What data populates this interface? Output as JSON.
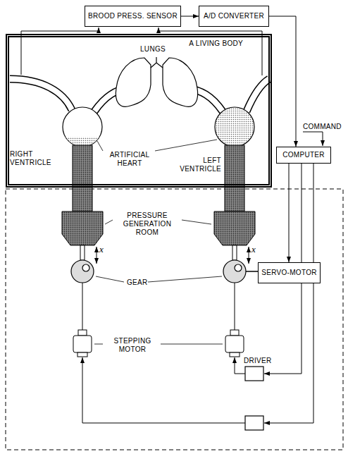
{
  "diagram": {
    "nodes": [
      {
        "text": [
          "BROOD PRESS. SENSOR"
        ]
      },
      {
        "text": [
          "A/D CONVERTER"
        ]
      },
      {
        "text": [
          "A LIVING BODY"
        ]
      },
      {
        "text": [
          "COMPUTER"
        ]
      },
      {
        "text": [
          "SERVO-MOTOR"
        ]
      }
    ],
    "edges": [
      {
        "from": 0,
        "to": 1,
        "arrow": "to"
      },
      {
        "from": 1,
        "to": 3,
        "arrow": "to"
      },
      {
        "from": 3,
        "to": 4,
        "arrow": "to"
      }
    ],
    "labels": [
      "LUNGS",
      "RIGHT VENTRICLE",
      "ARTIFICIAL HEART",
      "LEFT VENTRICLE",
      "COMMAND",
      "PRESSURE GENERATION ROOM",
      "x",
      "x",
      "GEAR",
      "STEPPING MOTOR",
      "DRIVER"
    ]
  }
}
